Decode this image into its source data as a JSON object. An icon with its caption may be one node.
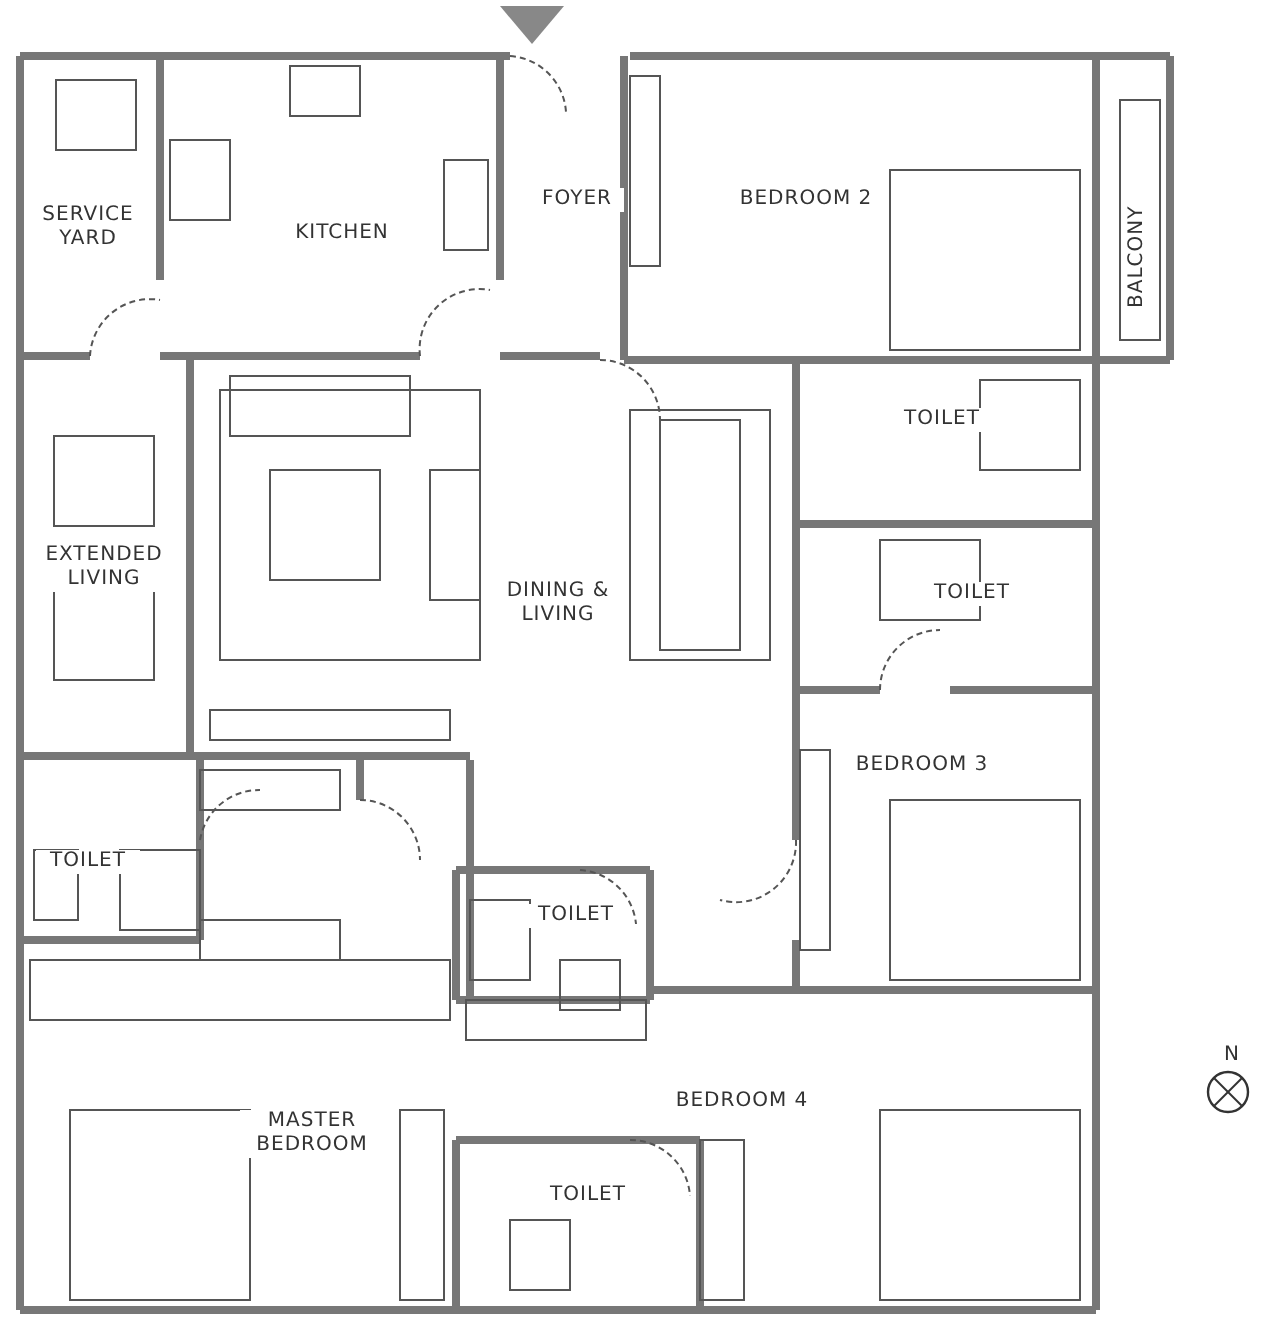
{
  "diagram": {
    "labels": [
      "SERVICE YARD",
      "KITCHEN",
      "FOYER",
      "BEDROOM 2",
      "BALCONY",
      "TOILET",
      "EXTENDED LIVING",
      "TOILET",
      "DINING & LIVING",
      "BEDROOM 3",
      "TOILET",
      "TOILET",
      "N",
      "BEDROOM 4",
      "MASTER BEDROOM",
      "TOILET"
    ]
  }
}
